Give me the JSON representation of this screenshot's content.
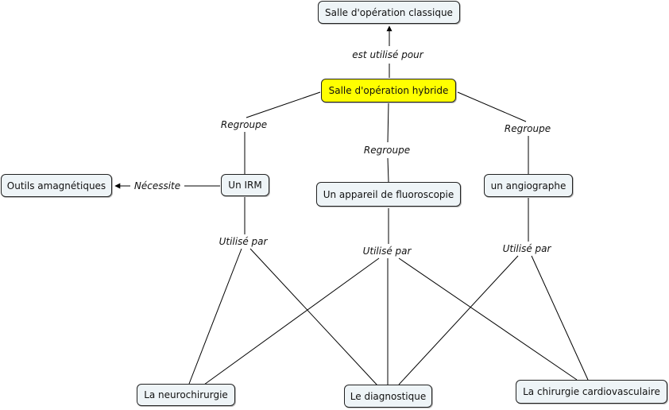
{
  "nodes": {
    "classique": "Salle d'opération classique",
    "hybride": "Salle d'opération hybride",
    "outils": "Outils amagnétiques",
    "irm": "Un IRM",
    "fluoro": "Un appareil de fluoroscopie",
    "angio": "un angiographe",
    "neuro": "La neurochirurgie",
    "diag": "Le diagnostique",
    "cardio": "La chirurgie cardiovasculaire"
  },
  "links": {
    "est_utilise_pour": "est utilisé pour",
    "regroupe_irm": "Regroupe",
    "regroupe_fluoro": "Regroupe",
    "regroupe_angio": "Regroupe",
    "necessite": "Nécessite",
    "utilise_par_irm": "Utilisé par",
    "utilise_par_fluoro": "Utilisé par",
    "utilise_par_angio": "Utilisé par"
  },
  "colors": {
    "highlight": "#ffff00",
    "node_fill": "#eef4f7",
    "line": "#000000"
  }
}
